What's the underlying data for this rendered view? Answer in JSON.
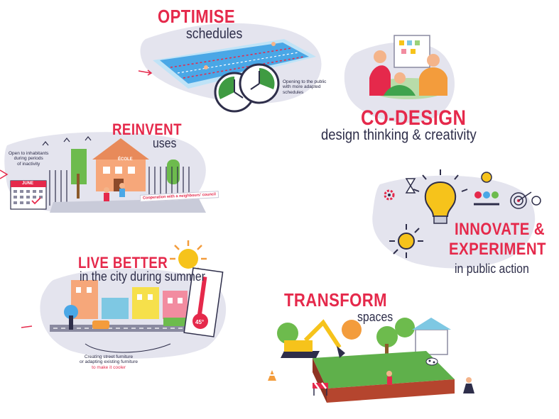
{
  "panels": {
    "optimise": {
      "title": "OPTIMISE",
      "subtitle": "schedules",
      "note_line1": "Opening to the public",
      "note_line2": "with more adapted",
      "note_line3": "schedules"
    },
    "codesign": {
      "title": "CO-DESIGN",
      "subtitle": "design thinking & creativity"
    },
    "reinvent": {
      "title": "REINVENT",
      "subtitle": "uses",
      "note_line1": "Open to inhabitants",
      "note_line2": "during periods",
      "note_line3": "of inactivity",
      "school_sign": "ÉCOLE",
      "calendar_month": "JUNE",
      "ribbon": "Cooperation with a neighbours' council"
    },
    "innovate": {
      "title_line1": "INNOVATE &",
      "title_line2": "EXPERIMENT",
      "subtitle": "in public action"
    },
    "livebetter": {
      "title": "LIVE BETTER",
      "subtitle": "in the city during summer",
      "note_line1": "Creating street furniture",
      "note_line2": "or adapting existing furniture",
      "note_line3": "to make it cooler",
      "thermo": "45°"
    },
    "transform": {
      "title": "TRANSFORM",
      "subtitle": "spaces"
    }
  },
  "colors": {
    "accent_red": "#e5294b",
    "ink": "#2e2e4a",
    "blob_grey": "#e4e4ee",
    "pool_blue": "#4aa7e6",
    "grass_green": "#5fb04b",
    "sun_yellow": "#f6c31b",
    "brick": "#b5452e"
  }
}
